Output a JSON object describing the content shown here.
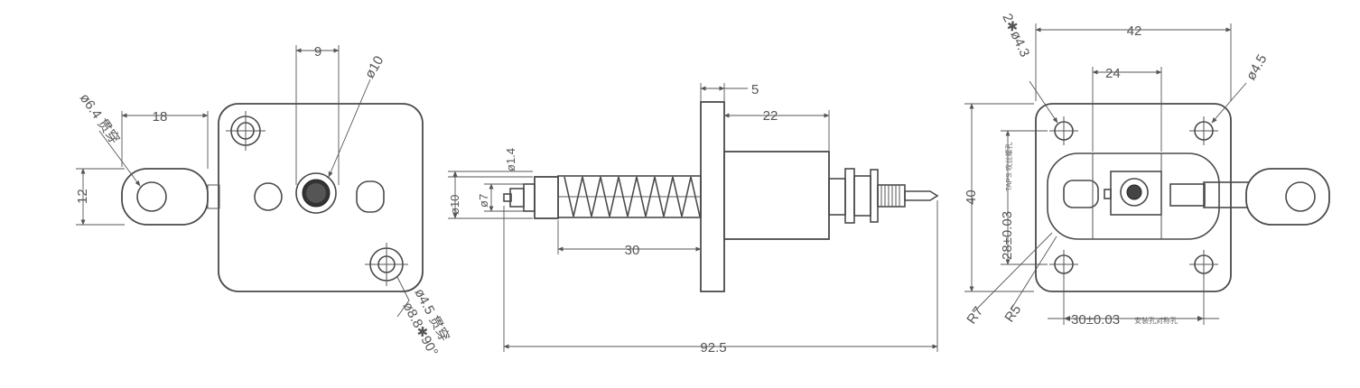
{
  "left_view": {
    "dim_9": "9",
    "dim_d10": "ø10",
    "dim_d64": "ø6.4 贯穿",
    "dim_18": "18",
    "dim_12": "12",
    "dim_d45": "ø4.5 贯穿",
    "dim_d88": "ø8.8✱90°"
  },
  "side_view": {
    "dim_5": "5",
    "dim_22": "22",
    "dim_d14": "ø1.4",
    "dim_d10": "ø10",
    "dim_d7": "ø7",
    "dim_30": "30",
    "dim_925": "92.5"
  },
  "right_view": {
    "dim_42": "42",
    "dim_24": "24",
    "dim_2d43": "2✱ø4.3",
    "dim_d45": "ø4.5",
    "dim_40": "40",
    "dim_28": "28±0.03",
    "dim_28_note": "TAPS 攻丝螺孔",
    "dim_r7": "R7",
    "dim_r5": "R5",
    "dim_30": "30±0.03",
    "dim_30_note": "安装孔对称孔"
  }
}
